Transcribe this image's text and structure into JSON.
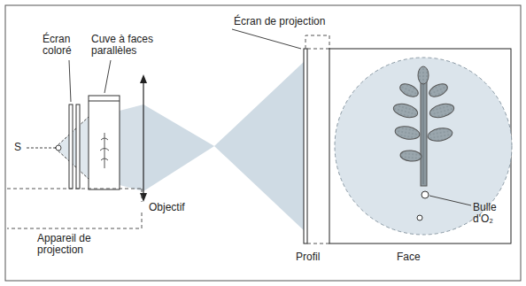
{
  "diagram": {
    "labels": [
      "Écran de projection",
      "Écran coloré",
      "Cuve à faces parallèles",
      "S",
      "Objectif",
      "Appareil de projection",
      "Profil",
      "Face",
      "Bulle d'O₂"
    ]
  }
}
